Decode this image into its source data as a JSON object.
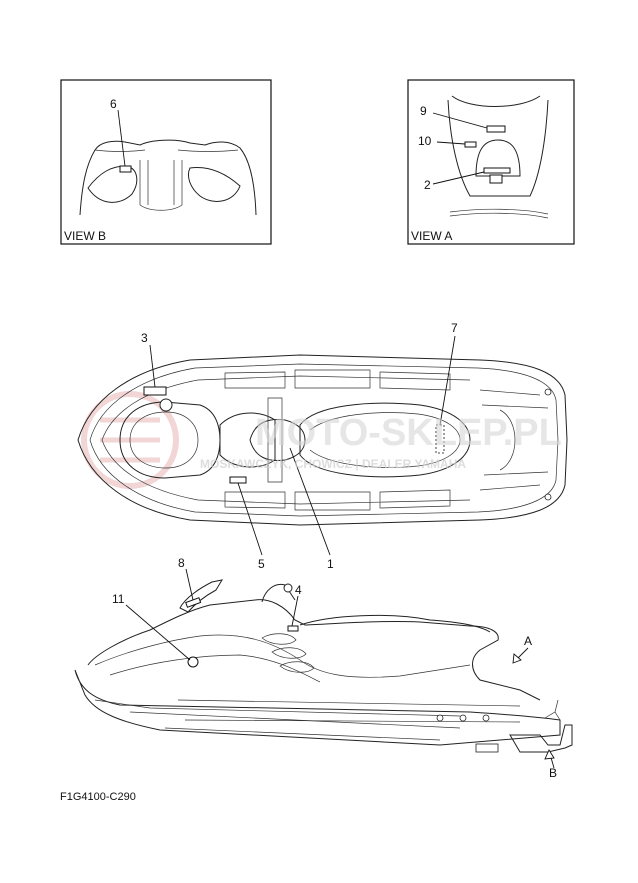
{
  "views": {
    "view_b": {
      "label": "VIEW B"
    },
    "view_a": {
      "label": "VIEW A"
    }
  },
  "callouts": {
    "c1": "1",
    "c2": "2",
    "c3": "3",
    "c4": "4",
    "c5": "5",
    "c6": "6",
    "c7": "7",
    "c8": "8",
    "c9": "9",
    "c10": "10",
    "c11": "11"
  },
  "arrows": {
    "a": "A",
    "b": "B"
  },
  "part_code": "F1G4100-C290",
  "watermark": {
    "line1": "MOTO-SKLEP.PL",
    "line2": "MOSKAWCZYK, CHOWICZ | DEALER YAMAHA"
  },
  "colors": {
    "line": "#222222",
    "watermark": "#e8b4b4",
    "watermark_text": "#c8c8c8"
  }
}
